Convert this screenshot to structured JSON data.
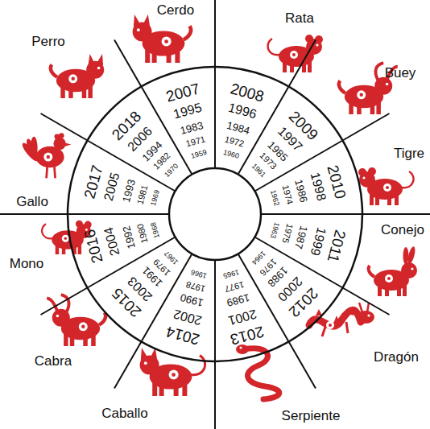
{
  "diagram": {
    "labels": [
      "Cerdo",
      "2007",
      "1995",
      "1983",
      "1971",
      "1959",
      "Rata",
      "2008",
      "1996",
      "1984",
      "1972",
      "1960",
      "Buey",
      "2009",
      "1997",
      "1985",
      "1973",
      "1961",
      "Tigre",
      "2010",
      "1998",
      "1986",
      "1974",
      "1962",
      "Conejo",
      "2011",
      "1999",
      "1987",
      "1975",
      "1963",
      "Dragón",
      "2012",
      "2000",
      "1988",
      "1976",
      "1964",
      "Serpiente",
      "2013",
      "2001",
      "1989",
      "1977",
      "1965",
      "Caballo",
      "2014",
      "2002",
      "1990",
      "1978",
      "1966",
      "Cabra",
      "2015",
      "2003",
      "1991",
      "1979",
      "1967",
      "Mono",
      "2016",
      "2004",
      "1992",
      "1980",
      "1968",
      "Gallo",
      "2017",
      "2005",
      "1993",
      "1981",
      "1969",
      "Perro",
      "2018",
      "2006",
      "1994",
      "1982",
      "1970"
    ]
  }
}
